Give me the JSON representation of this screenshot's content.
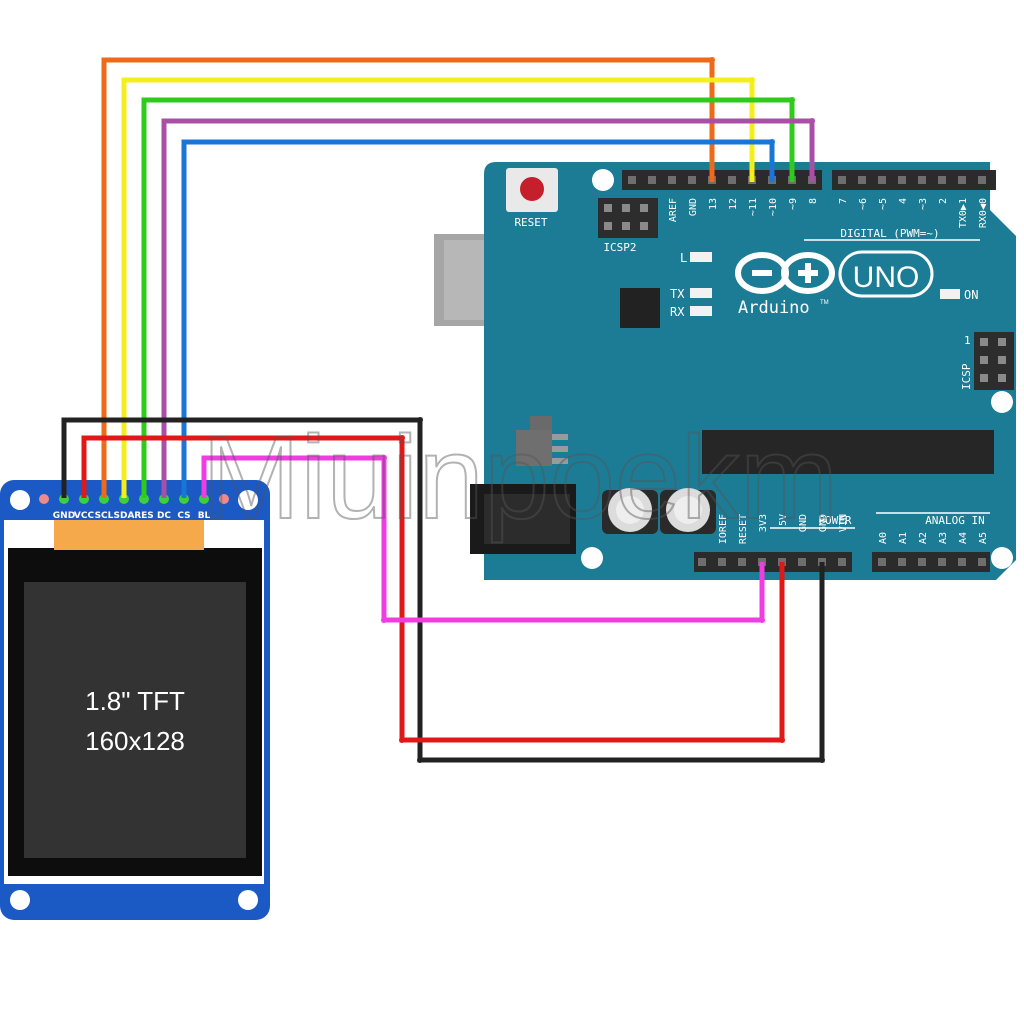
{
  "tft": {
    "size_label": "1.8\" TFT",
    "resolution_label": "160x128",
    "pins": [
      "GND",
      "VCC",
      "SCL",
      "SDA",
      "RES",
      "DC",
      "CS",
      "BL"
    ]
  },
  "arduino": {
    "reset_label": "RESET",
    "icsp2_label": "ICSP2",
    "icsp_label": "ICSP",
    "icsp_pin1": "1",
    "logo_text": "Arduino",
    "tm": "TM",
    "model": "UNO",
    "led_l": "L",
    "led_tx": "TX",
    "led_rx": "RX",
    "led_on": "ON",
    "digital_label": "DIGITAL (PWM=~)",
    "power_label": "POWER",
    "analog_label": "ANALOG IN",
    "digital_pins": [
      "AREF",
      "GND",
      "13",
      "12",
      "~11",
      "~10",
      "~9",
      "8",
      "7",
      "~6",
      "~5",
      "4",
      "~3",
      "2",
      "TX0▶1",
      "RX0◀0"
    ],
    "power_pins": [
      "IOREF",
      "RESET",
      "3V3",
      "5V",
      "GND",
      "GND",
      "VIN"
    ],
    "analog_pins": [
      "A0",
      "A1",
      "A2",
      "A3",
      "A4",
      "A5"
    ]
  },
  "watermark": "Miuinpoekm",
  "wire_colors": {
    "scl": "#ee6a1a",
    "sda": "#f4ef1c",
    "res": "#2ecb1c",
    "dc": "#aa4fa8",
    "cs": "#1a76d6",
    "bl": "#f03ce0",
    "vcc": "#e01818",
    "gnd": "#222222"
  },
  "colors": {
    "board": "#1d7c95",
    "tft_pcb": "#1b59c4"
  }
}
